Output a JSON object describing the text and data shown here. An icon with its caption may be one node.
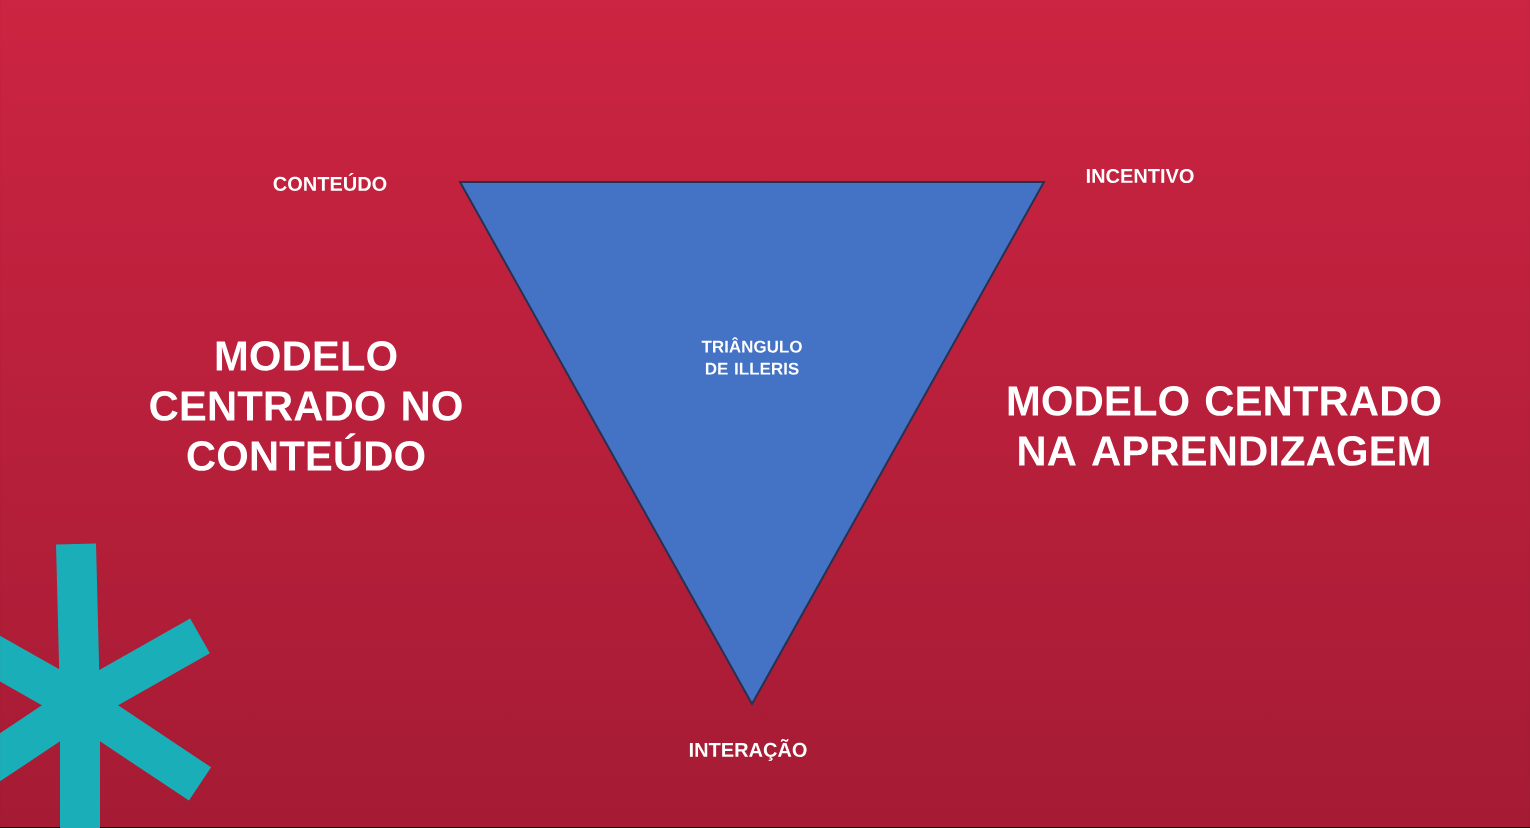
{
  "diagram": {
    "nodes": [
      {
        "text": [
          "TRIÂNGULO DE ILLERIS"
        ]
      }
    ],
    "labels": [
      "CONTEÚDO",
      "INCENTIVO",
      "MODELO CENTRADO NO CONTEÚDO",
      "MODELO CENTRADO NA APRENDIZAGEM",
      "INTERAÇÃO"
    ]
  }
}
